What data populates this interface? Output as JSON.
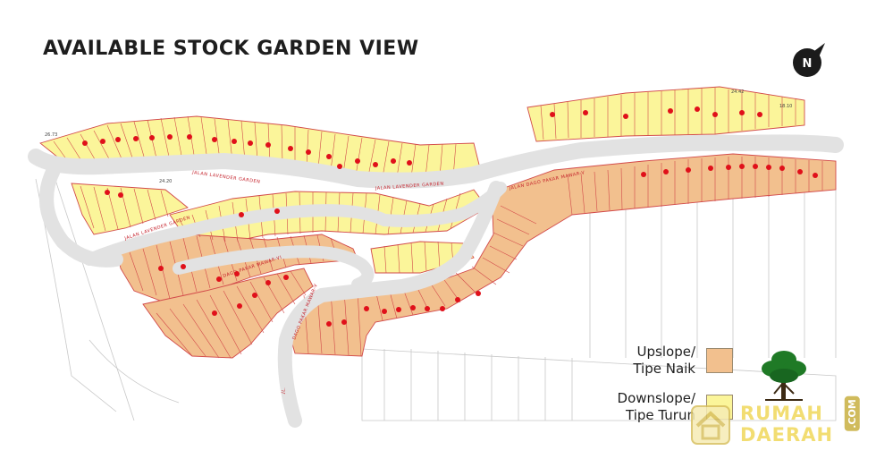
{
  "title": "AVAILABLE STOCK GARDEN VIEW",
  "north_label": "N",
  "map": {
    "streets": [
      {
        "id": "jalan-lavender-garden-top",
        "text": "JALAN LAVENDER GARDEN"
      },
      {
        "id": "jalan-lavender-garden-mid",
        "text": "JALAN LAVENDER GARDEN"
      },
      {
        "id": "jalan-lavender-garden-left",
        "text": "JALAN LAVENDER GARDEN"
      },
      {
        "id": "jalan-dago-pakar-mawar-v",
        "text": "JALAN DAGO PAKAR MAWAR-V"
      },
      {
        "id": "dago-pakar-mawar-vi",
        "text": "DAGO PAKAR MAWAR-VI"
      },
      {
        "id": "dago-pakar-mawar-v-bottom",
        "text": "DAGO PAKAR MAWAR-V"
      },
      {
        "id": "jl-bottom",
        "text": "JL."
      }
    ],
    "dimensions": [
      {
        "id": "dim-top-left",
        "text": "26.73"
      },
      {
        "id": "dim-top-right",
        "text": "24.42"
      },
      {
        "id": "dim-top-right-2",
        "text": "18.10"
      },
      {
        "id": "dim-left-mid",
        "text": "24.20"
      }
    ]
  },
  "legend": {
    "items": [
      {
        "line1": "Upslope/",
        "line2": "Tipe Naik",
        "color": "#f2c08e"
      },
      {
        "line1": "Downslope/",
        "line2": "Tipe Turun",
        "color": "#fbf59a"
      }
    ]
  },
  "watermark": {
    "line1": "RUMAH",
    "line2": "DAERAH",
    "suffix": ".COM"
  },
  "colors": {
    "upslope": "#f2c08e",
    "downslope": "#fbf59a",
    "road": "#e2e2e2",
    "parcel_line": "#d24a4a",
    "available_marker": "#e0101a"
  }
}
